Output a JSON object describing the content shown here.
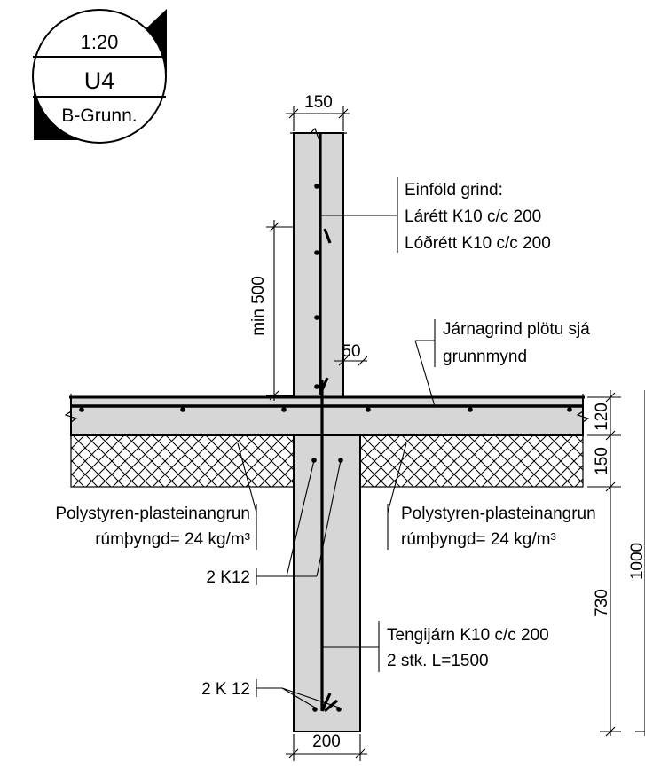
{
  "title_badge": {
    "scale": "1:20",
    "code": "U4",
    "reference": "B-Grunn."
  },
  "dimensions": {
    "wall_width": "150",
    "foundation_width": "200",
    "lap_length": "min 500",
    "bar_offset": "50",
    "slab_thickness": "120",
    "insulation_thickness": "150",
    "foundation_depth": "730",
    "total_depth": "1000"
  },
  "annotations": {
    "wall_mesh": [
      "Einföld grind:",
      "Lárétt K10 c/c 200",
      "Lóðrétt K10 c/c 200"
    ],
    "slab_mesh": [
      "Járnagrind plötu sjá",
      "grunnmynd"
    ],
    "insulation_left": [
      "Polystyren-plasteinangrun",
      "rúmþyngd= 24 kg/m³"
    ],
    "insulation_right": [
      "Polystyren-plasteinangrun",
      "rúmþyngd= 24 kg/m³"
    ],
    "top_bars": "2 K12",
    "bottom_bars": "2 K 12",
    "starter_bars": [
      "Tengijárn K10 c/c 200",
      "2 stk. L=1500"
    ]
  },
  "colors": {
    "concrete": "#d6d6d6",
    "line": "#000000",
    "background": "#ffffff"
  }
}
